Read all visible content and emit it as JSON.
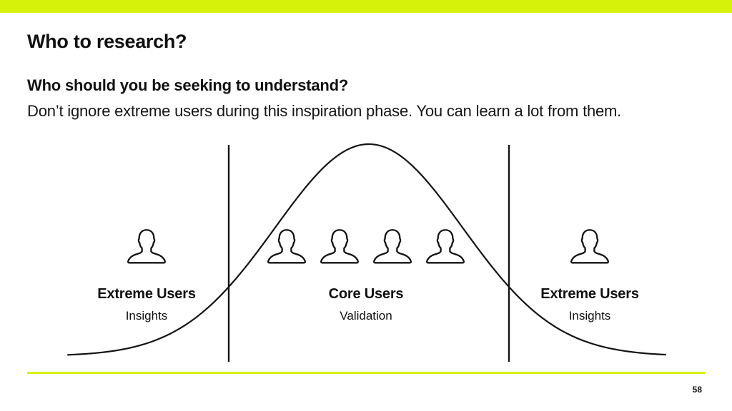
{
  "slide": {
    "title": "Who to research?",
    "subtitle": "Who should you be seeking to understand?",
    "body": "Don’t ignore extreme users during this inspiration phase. You can learn a lot from them.",
    "page_number": "58"
  },
  "diagram": {
    "type": "normal-distribution-curve",
    "description": "Bell curve split by two vertical divider lines into three user segments",
    "groups": [
      {
        "label": "Extreme Users",
        "sublabel": "Insights",
        "icon": "user-icon",
        "icon_count": 1
      },
      {
        "label": "Core Users",
        "sublabel": "Validation",
        "icon": "user-icon",
        "icon_count": 4
      },
      {
        "label": "Extreme Users",
        "sublabel": "Insights",
        "icon": "user-icon",
        "icon_count": 1
      }
    ]
  },
  "colors": {
    "accent": "#D6F20A",
    "text": "#101010",
    "line": "#141414"
  }
}
